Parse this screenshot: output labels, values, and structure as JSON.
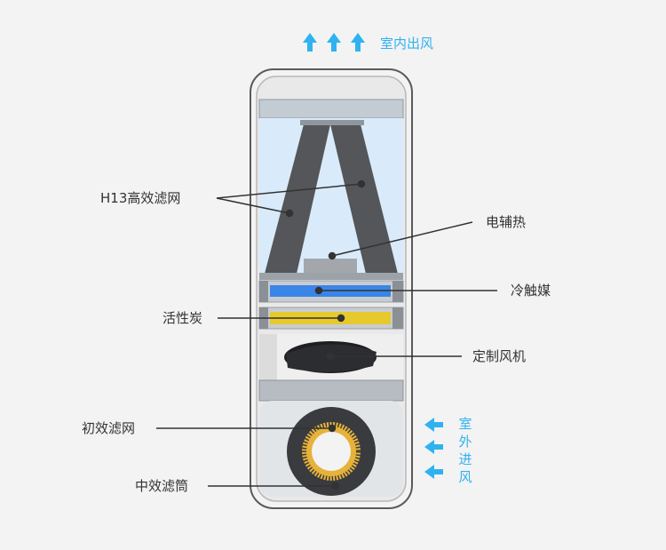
{
  "outlet_label": "室内出风",
  "inlet_label_chars": [
    "室",
    "外",
    "进",
    "风"
  ],
  "callouts": {
    "hepa": "H13高效滤网",
    "heater": "电辅热",
    "cold_catalyst": "冷触媒",
    "carbon": "活性炭",
    "fan": "定制风机",
    "pre_filter": "初效滤网",
    "mid_filter": "中效滤筒"
  },
  "colors": {
    "arrow": "#2fb2f0",
    "cold_catalyst": "#3a86e8",
    "carbon": "#e6c92c",
    "filter_core": "#e6b23a"
  }
}
